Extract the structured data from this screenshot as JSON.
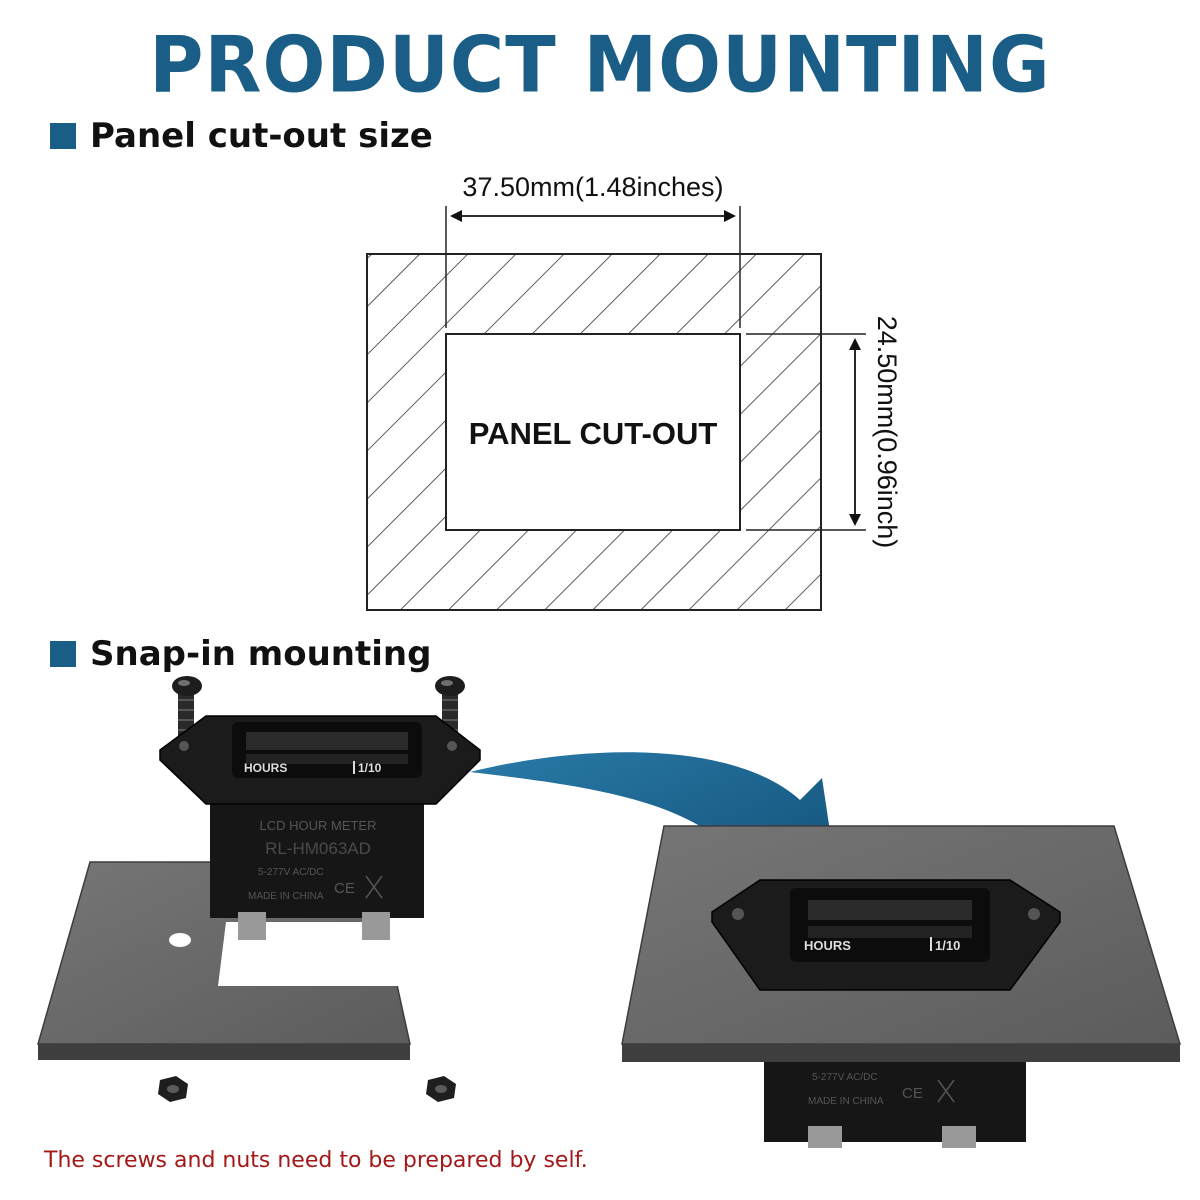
{
  "title": "PRODUCT MOUNTING",
  "sections": {
    "cutout": {
      "heading": "Panel cut-out size"
    },
    "snapin": {
      "heading": "Snap-in mounting"
    }
  },
  "diagram": {
    "width_label": "37.50mm(1.48inches)",
    "height_label": "24.50mm(0.96inch)",
    "cutout_label": "PANEL CUT-OUT"
  },
  "meter": {
    "hours_label": "HOURS",
    "scale_label": "1/10",
    "line1": "LCD HOUR METER",
    "line2": "RL-HM063AD",
    "line3": "5-277V AC/DC",
    "line4": "MADE IN CHINA",
    "ce_mark": "CE"
  },
  "footnote": "The screws and nuts need to be prepared by self.",
  "colors": {
    "accent": "#1a5d86",
    "panel": "#6a6a6a",
    "device": "#151515",
    "footnote": "#a31818"
  },
  "icons": {
    "bullet": "square-bullet-icon",
    "arrow": "curved-arrow-icon",
    "recycle": "crossed-bin-icon"
  }
}
